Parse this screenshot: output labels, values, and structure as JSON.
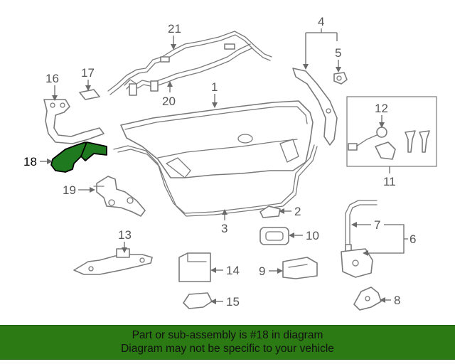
{
  "callouts": {
    "c1": "1",
    "c2": "2",
    "c3": "3",
    "c4": "4",
    "c5": "5",
    "c6": "6",
    "c7": "7",
    "c8": "8",
    "c9": "9",
    "c10": "10",
    "c11": "11",
    "c12": "12",
    "c13": "13",
    "c14": "14",
    "c15": "15",
    "c16": "16",
    "c17": "17",
    "c18": "18",
    "c19": "19",
    "c20": "20",
    "c21": "21"
  },
  "highlighted_part": "18",
  "colors": {
    "highlight": "#1f7a1f",
    "banner": "#2c7a14",
    "line": "#7a7a7a"
  },
  "banner": {
    "line1": "Part or sub-assembly is #18 in diagram",
    "line2": "Diagram may not be specific to your vehicle"
  }
}
